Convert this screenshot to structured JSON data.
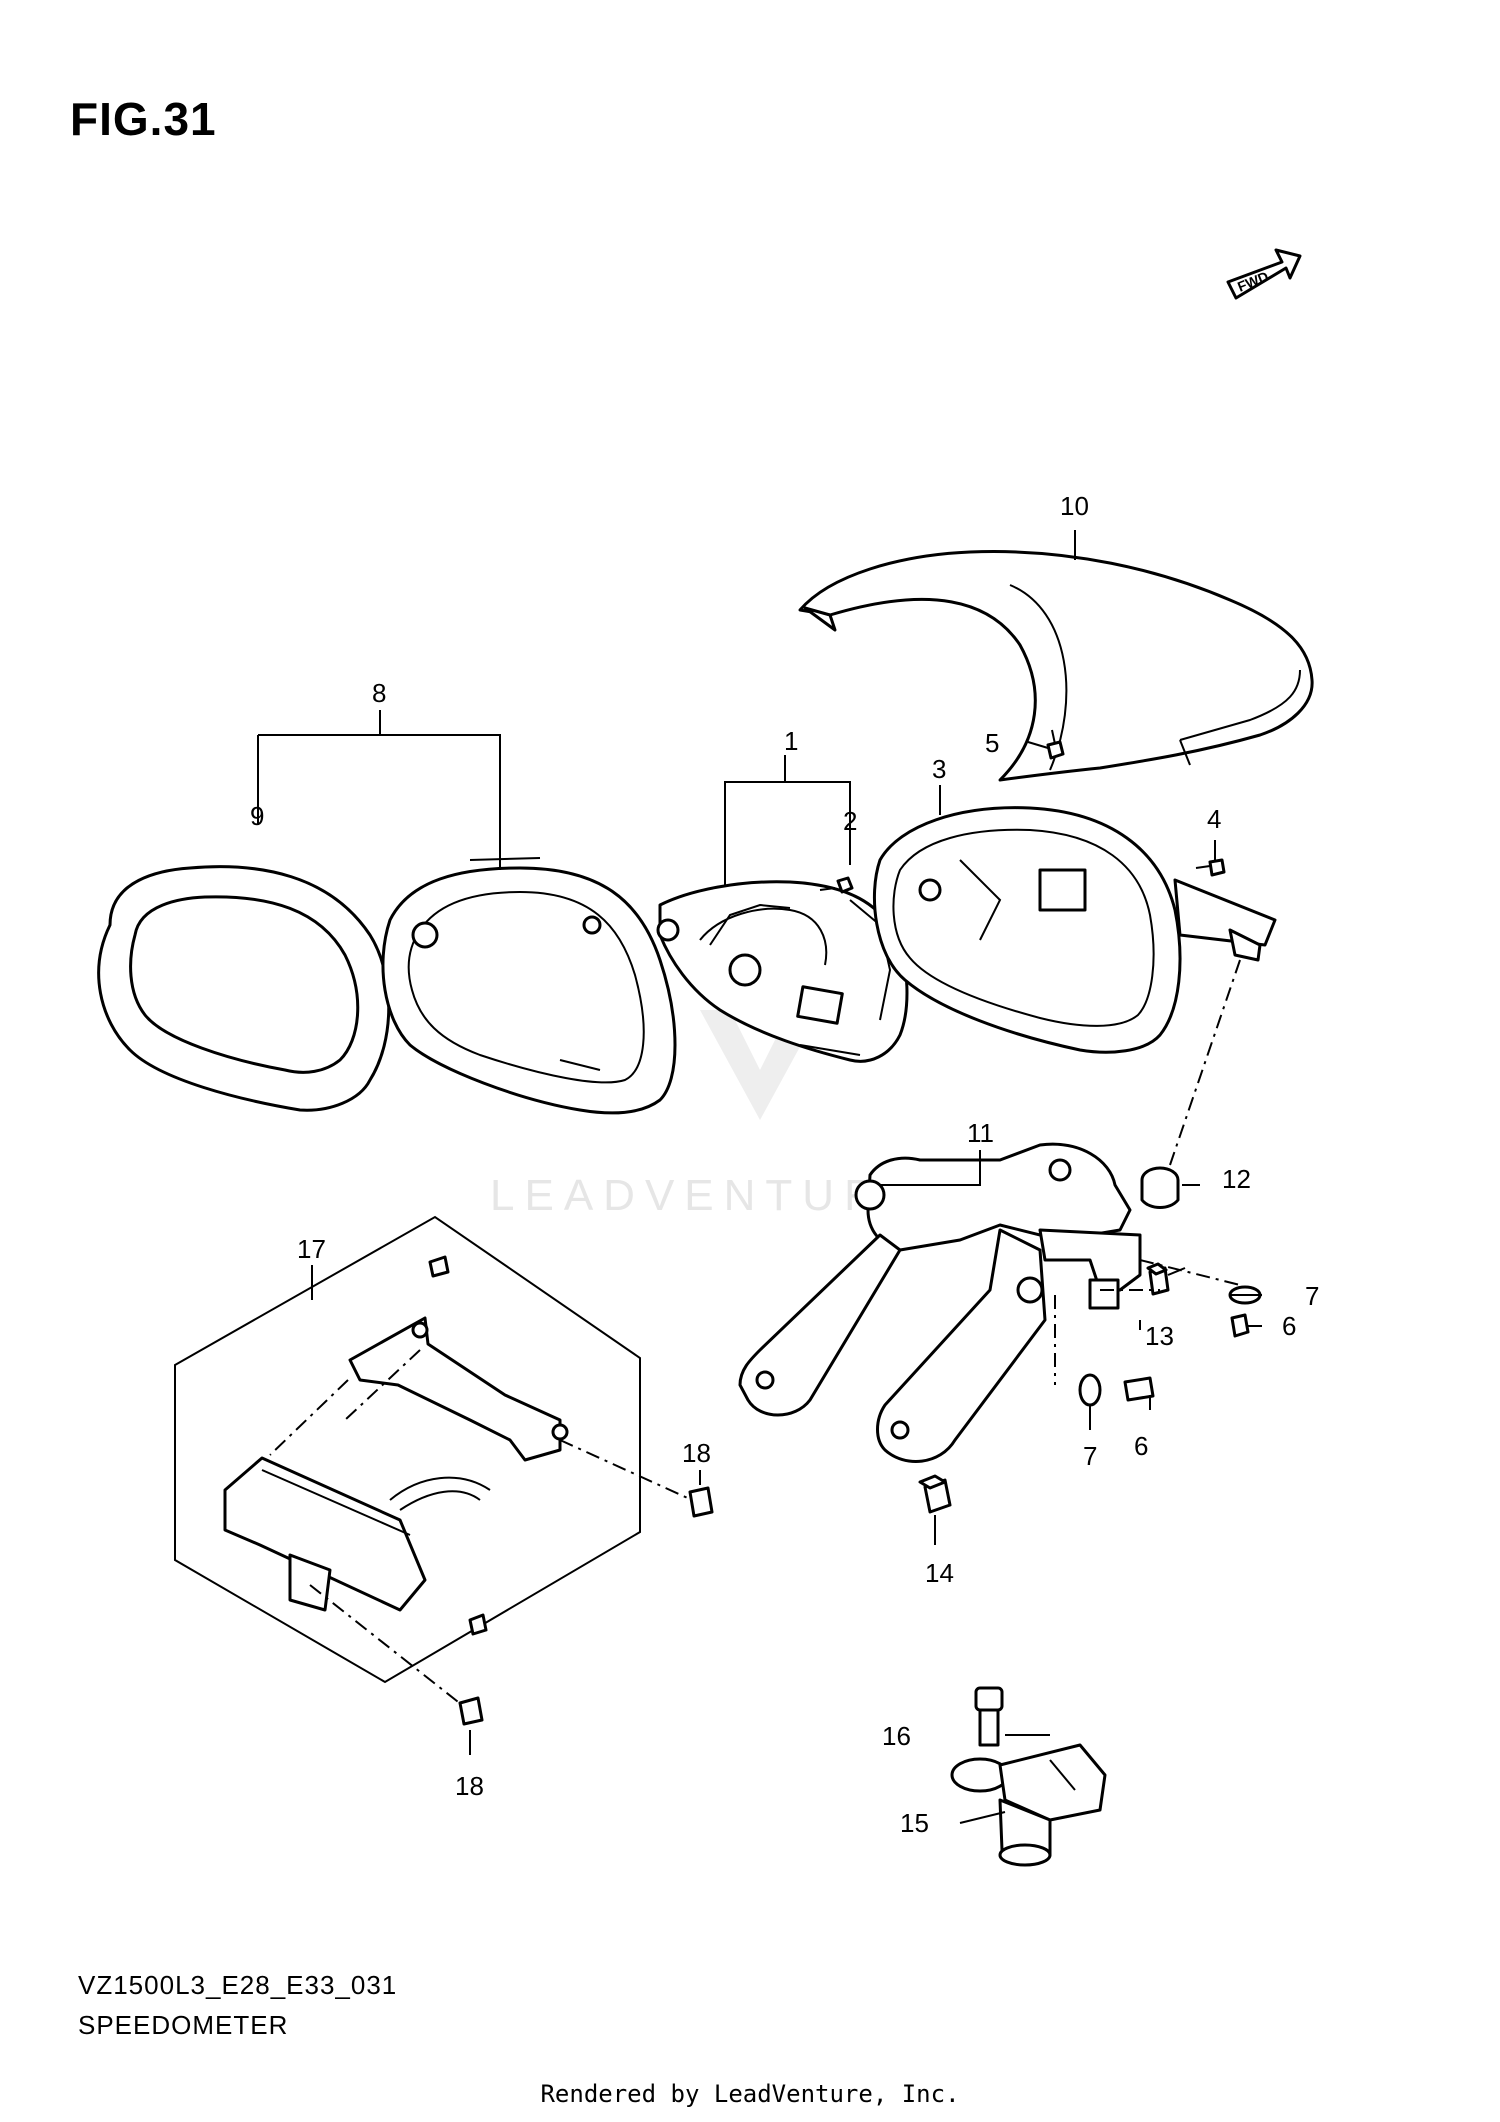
{
  "figure": {
    "title": "FIG.31",
    "model_code": "VZ1500L3_E28_E33_031",
    "section_name": "SPEEDOMETER",
    "direction_marker": "FWD",
    "watermark": "LEADVENTURE",
    "footer": "Rendered by LeadVenture, Inc."
  },
  "callouts": {
    "c1": "1",
    "c2": "2",
    "c3": "3",
    "c4": "4",
    "c5": "5",
    "c6a": "6",
    "c6b": "6",
    "c7a": "7",
    "c7b": "7",
    "c8": "8",
    "c9": "9",
    "c10": "10",
    "c11": "11",
    "c12": "12",
    "c13": "13",
    "c14": "14",
    "c15": "15",
    "c16": "16",
    "c17": "17",
    "c18a": "18",
    "c18b": "18"
  }
}
